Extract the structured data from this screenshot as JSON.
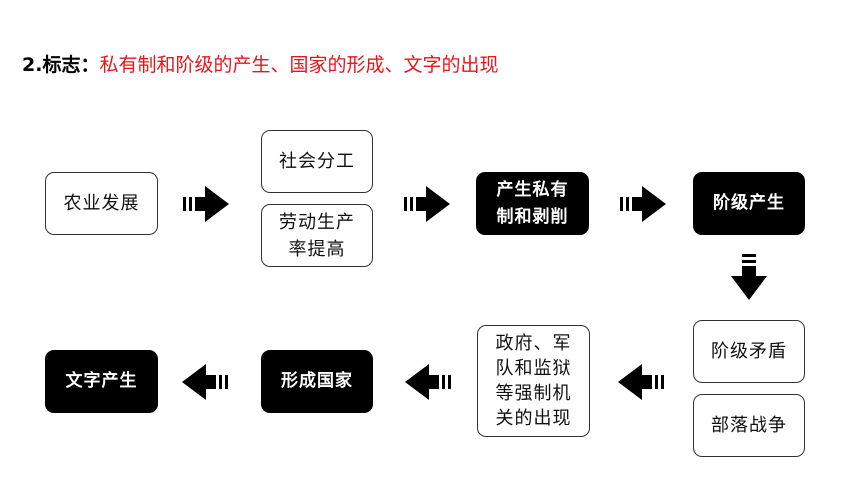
{
  "title": {
    "prefix": "2.标志：",
    "emphasis": "私有制和阶级的产生、国家的形成、文字的出现"
  },
  "nodes": {
    "agriculture": "农业发展",
    "division_of_labor": "社会分工",
    "productivity_line1": "劳动生产",
    "productivity_line2": "率提高",
    "private_ownership_line1": "产生私有",
    "private_ownership_line2": "制和剥削",
    "classes": "阶级产生",
    "class_conflict": "阶级矛盾",
    "tribal_war": "部落战争",
    "state_organs_line1": "政府、军",
    "state_organs_line2": "队和监狱",
    "state_organs_line3": "等强制机",
    "state_organs_line4": "关的出现",
    "state_formation": "形成国家",
    "writing": "文字产生"
  },
  "colors": {
    "accent_red": "#e8151b",
    "dark_fill": "#000000",
    "light_fill": "#ffffff"
  },
  "icons": {
    "right": "arrow-right-icon",
    "left": "arrow-left-icon",
    "down": "arrow-down-icon"
  }
}
